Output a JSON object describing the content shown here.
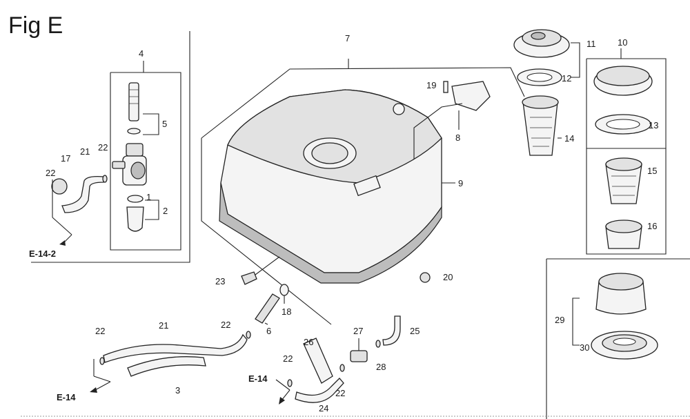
{
  "figure": {
    "title": "Fig E"
  },
  "part_labels": [
    {
      "id": "p4",
      "text": "4"
    },
    {
      "id": "p5",
      "text": "5"
    },
    {
      "id": "p22a",
      "text": "22"
    },
    {
      "id": "p21a",
      "text": "21"
    },
    {
      "id": "p17",
      "text": "17"
    },
    {
      "id": "p22b",
      "text": "22"
    },
    {
      "id": "p1",
      "text": "1"
    },
    {
      "id": "p2",
      "text": "2"
    },
    {
      "id": "p7",
      "text": "7"
    },
    {
      "id": "p19",
      "text": "19"
    },
    {
      "id": "p8",
      "text": "8"
    },
    {
      "id": "p9",
      "text": "9"
    },
    {
      "id": "p11",
      "text": "11"
    },
    {
      "id": "p12",
      "text": "12"
    },
    {
      "id": "p14",
      "text": "14"
    },
    {
      "id": "p10",
      "text": "10"
    },
    {
      "id": "p13",
      "text": "13"
    },
    {
      "id": "p15",
      "text": "15"
    },
    {
      "id": "p16",
      "text": "16"
    },
    {
      "id": "p23",
      "text": "23"
    },
    {
      "id": "p20",
      "text": "20"
    },
    {
      "id": "p18",
      "text": "18"
    },
    {
      "id": "p22c",
      "text": "22"
    },
    {
      "id": "p6",
      "text": "6"
    },
    {
      "id": "p21b",
      "text": "21"
    },
    {
      "id": "p22d",
      "text": "22"
    },
    {
      "id": "p3",
      "text": "3"
    },
    {
      "id": "p27",
      "text": "27"
    },
    {
      "id": "p25",
      "text": "25"
    },
    {
      "id": "p26",
      "text": "26"
    },
    {
      "id": "p22e",
      "text": "22"
    },
    {
      "id": "p28",
      "text": "28"
    },
    {
      "id": "p22f",
      "text": "22"
    },
    {
      "id": "p24",
      "text": "24"
    },
    {
      "id": "p29",
      "text": "29"
    },
    {
      "id": "p30",
      "text": "30"
    }
  ],
  "references": [
    {
      "id": "e142",
      "text": "E-14-2"
    },
    {
      "id": "e14a",
      "text": "E-14"
    },
    {
      "id": "e14b",
      "text": "E-14"
    }
  ]
}
